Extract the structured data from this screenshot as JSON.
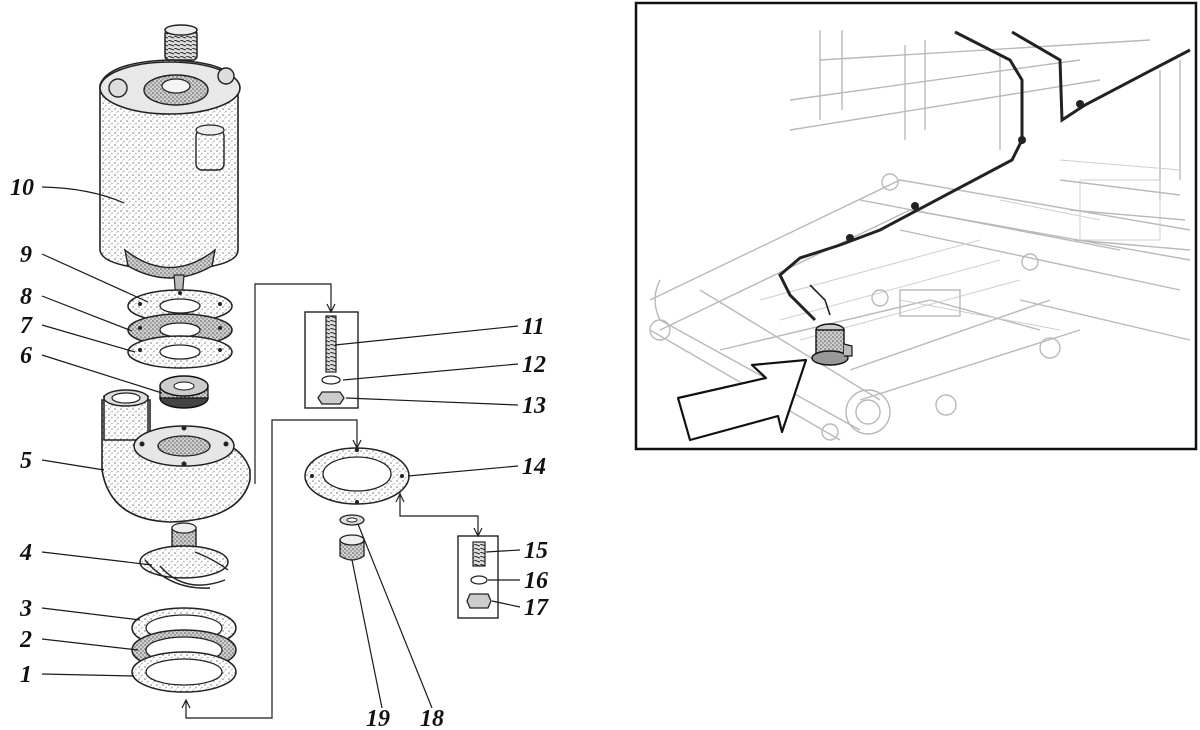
{
  "callouts": [
    {
      "id": "1",
      "text": "1"
    },
    {
      "id": "2",
      "text": "2"
    },
    {
      "id": "3",
      "text": "3"
    },
    {
      "id": "4",
      "text": "4"
    },
    {
      "id": "5",
      "text": "5"
    },
    {
      "id": "6",
      "text": "6"
    },
    {
      "id": "7",
      "text": "7"
    },
    {
      "id": "8",
      "text": "8"
    },
    {
      "id": "9",
      "text": "9"
    },
    {
      "id": "10",
      "text": "10"
    },
    {
      "id": "11",
      "text": "11"
    },
    {
      "id": "12",
      "text": "12"
    },
    {
      "id": "13",
      "text": "13"
    },
    {
      "id": "14",
      "text": "14"
    },
    {
      "id": "15",
      "text": "15"
    },
    {
      "id": "16",
      "text": "16"
    },
    {
      "id": "17",
      "text": "17"
    },
    {
      "id": "18",
      "text": "18"
    },
    {
      "id": "19",
      "text": "19"
    }
  ],
  "colors": {
    "ink": "#1a1a1a",
    "stipple": "#8a8a8a",
    "ghost_frame": "#b9b9b9",
    "background": "#ffffff"
  },
  "icons": {
    "location_pointer": "arrow-pointer-icon"
  }
}
